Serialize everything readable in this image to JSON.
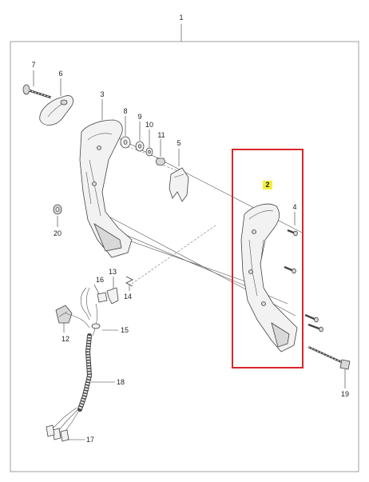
{
  "diagram": {
    "callouts": {
      "c1": "1",
      "c2": "2",
      "c3": "3",
      "c4": "4",
      "c5": "5",
      "c6": "6",
      "c7": "7",
      "c8": "8",
      "c9": "9",
      "c10": "10",
      "c11": "11",
      "c12": "12",
      "c13": "13",
      "c14": "14",
      "c15": "15",
      "c16": "16",
      "c17": "17",
      "c18": "18",
      "c19": "19",
      "c20": "20"
    },
    "colors": {
      "highlight_box": "#d9262b",
      "callout_highlight": "#f3ee3c",
      "frame": "#888888"
    }
  }
}
